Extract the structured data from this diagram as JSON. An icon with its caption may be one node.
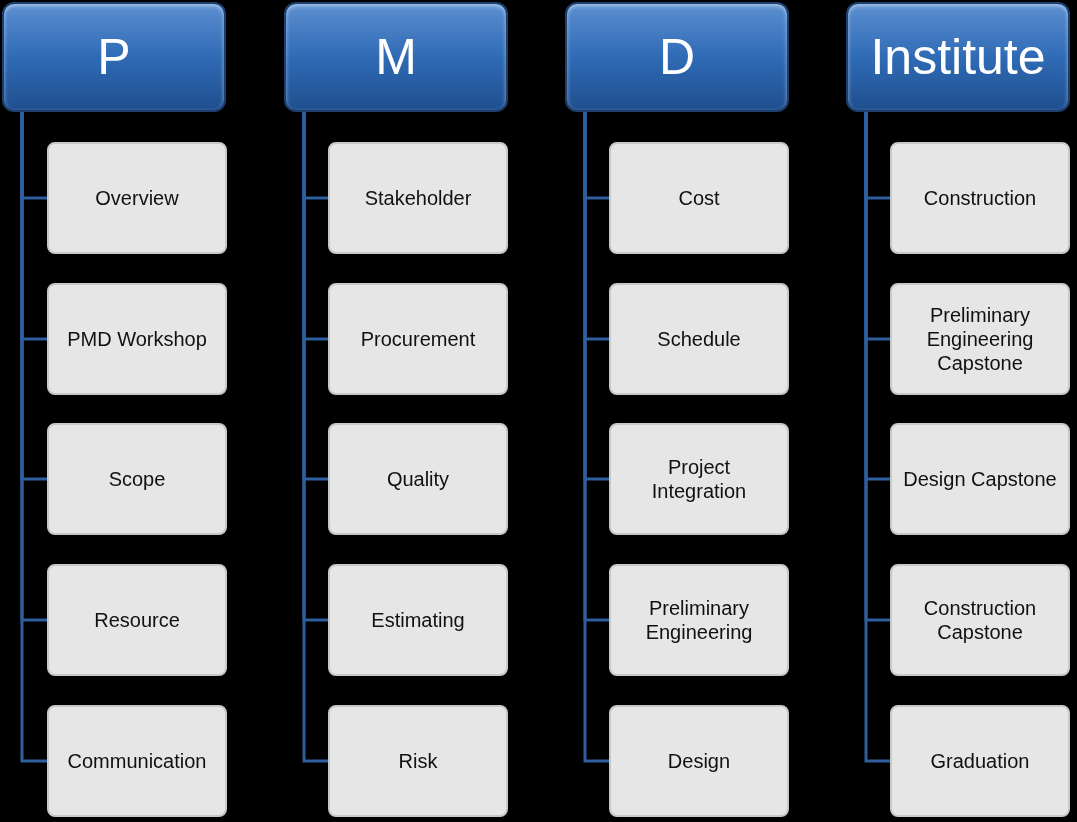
{
  "diagram": {
    "nodes": [
      {
        "text": [
          "P"
        ]
      },
      {
        "text": [
          "Overview"
        ]
      },
      {
        "text": [
          "PMD Workshop"
        ]
      },
      {
        "text": [
          "Scope"
        ]
      },
      {
        "text": [
          "Resource"
        ]
      },
      {
        "text": [
          "Communication"
        ]
      },
      {
        "text": [
          "M"
        ]
      },
      {
        "text": [
          "Stakeholder"
        ]
      },
      {
        "text": [
          "Procurement"
        ]
      },
      {
        "text": [
          "Quality"
        ]
      },
      {
        "text": [
          "Estimating"
        ]
      },
      {
        "text": [
          "Risk"
        ]
      },
      {
        "text": [
          "D"
        ]
      },
      {
        "text": [
          "Cost"
        ]
      },
      {
        "text": [
          "Schedule"
        ]
      },
      {
        "text": [
          "Project Integration"
        ]
      },
      {
        "text": [
          "Preliminary Engineering"
        ]
      },
      {
        "text": [
          "Design"
        ]
      },
      {
        "text": [
          "Institute"
        ]
      },
      {
        "text": [
          "Construction"
        ]
      },
      {
        "text": [
          "Preliminary Engineering Capstone"
        ]
      },
      {
        "text": [
          "Design Capstone"
        ]
      },
      {
        "text": [
          "Construction Capstone"
        ]
      },
      {
        "text": [
          "Graduation"
        ]
      }
    ],
    "edges": [
      {
        "from": 0,
        "to": 1,
        "arrow": "none"
      },
      {
        "from": 0,
        "to": 2,
        "arrow": "none"
      },
      {
        "from": 0,
        "to": 3,
        "arrow": "none"
      },
      {
        "from": 0,
        "to": 4,
        "arrow": "none"
      },
      {
        "from": 0,
        "to": 5,
        "arrow": "none"
      },
      {
        "from": 6,
        "to": 7,
        "arrow": "none"
      },
      {
        "from": 6,
        "to": 8,
        "arrow": "none"
      },
      {
        "from": 6,
        "to": 9,
        "arrow": "none"
      },
      {
        "from": 6,
        "to": 10,
        "arrow": "none"
      },
      {
        "from": 6,
        "to": 11,
        "arrow": "none"
      },
      {
        "from": 12,
        "to": 13,
        "arrow": "none"
      },
      {
        "from": 12,
        "to": 14,
        "arrow": "none"
      },
      {
        "from": 12,
        "to": 15,
        "arrow": "none"
      },
      {
        "from": 12,
        "to": 16,
        "arrow": "none"
      },
      {
        "from": 12,
        "to": 17,
        "arrow": "none"
      },
      {
        "from": 18,
        "to": 19,
        "arrow": "none"
      },
      {
        "from": 18,
        "to": 20,
        "arrow": "none"
      },
      {
        "from": 18,
        "to": 21,
        "arrow": "none"
      },
      {
        "from": 18,
        "to": 22,
        "arrow": "none"
      },
      {
        "from": 18,
        "to": 23,
        "arrow": "none"
      }
    ]
  }
}
